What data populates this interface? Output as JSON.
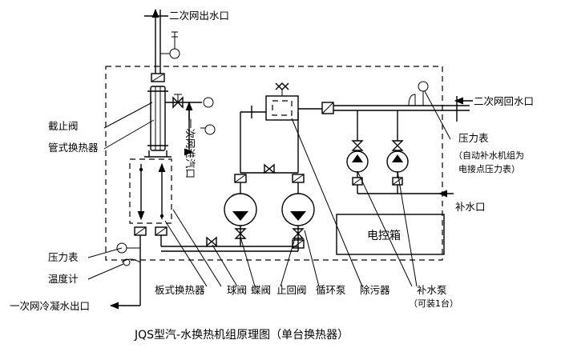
{
  "title": "JQS型汽-水换热机组原理图（单台换热器）",
  "labels": {
    "secondary_outlet": "二次网出水口",
    "secondary_return": "二次网回水口",
    "primary_steam_inlet": "一次网进汽口",
    "stop_valve": "截止阀",
    "shell_tube_exchanger": "管式换热器",
    "pressure_gauge_left": "压力表",
    "thermometer": "温度计",
    "primary_condensate_outlet": "一次网冷凝水出口",
    "plate_exchanger": "板式换热器",
    "ball_valve": "球阀",
    "butterfly_valve": "蝶阀",
    "check_valve": "止回阀",
    "circulation_pump": "循环泵",
    "dirt_separator": "除污器",
    "makeup_pump": "补水泵",
    "makeup_pump_note": "（可装1台）",
    "pressure_gauge_right": "压力表",
    "pressure_gauge_note_1": "（自动补水机组为",
    "pressure_gauge_note_2": "电接点压力表）",
    "makeup_inlet": "补水口",
    "control_box": "电控箱"
  }
}
